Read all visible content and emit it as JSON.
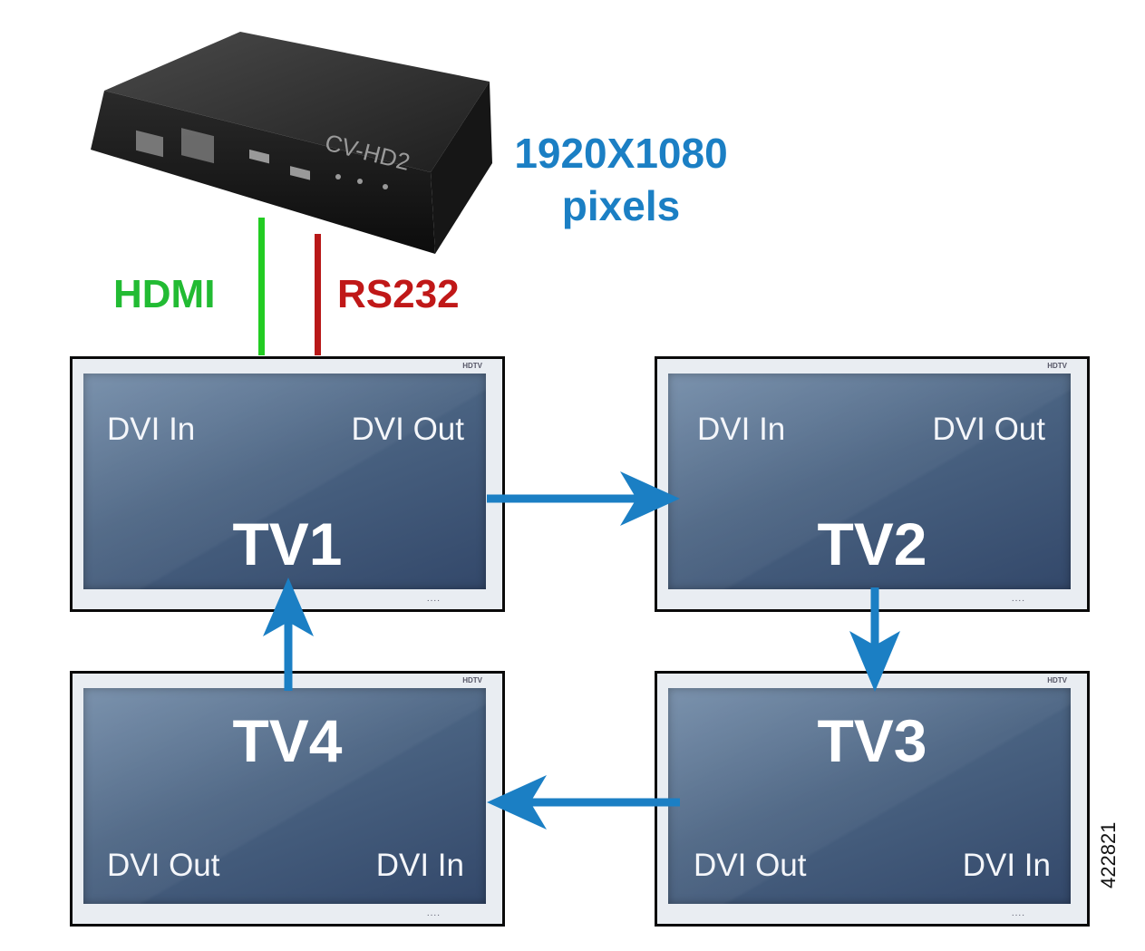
{
  "device": {
    "model": "CV-HD2",
    "resolution_line1": "1920X1080",
    "resolution_line2": "pixels"
  },
  "connections": {
    "hdmi_label": "HDMI",
    "rs232_label": "RS232",
    "hdmi_color": "#22cc22",
    "rs232_color": "#b81818",
    "arrow_color": "#1b7fc4"
  },
  "tvs": [
    {
      "name": "TV1",
      "port_left": "DVI In",
      "port_right": "DVI Out"
    },
    {
      "name": "TV2",
      "port_left": "DVI In",
      "port_right": "DVI Out"
    },
    {
      "name": "TV3",
      "port_left": "DVI Out",
      "port_right": "DVI In"
    },
    {
      "name": "TV4",
      "port_left": "DVI Out",
      "port_right": "DVI In"
    }
  ],
  "tv_badge": "HDTV",
  "figure_id": "422821"
}
